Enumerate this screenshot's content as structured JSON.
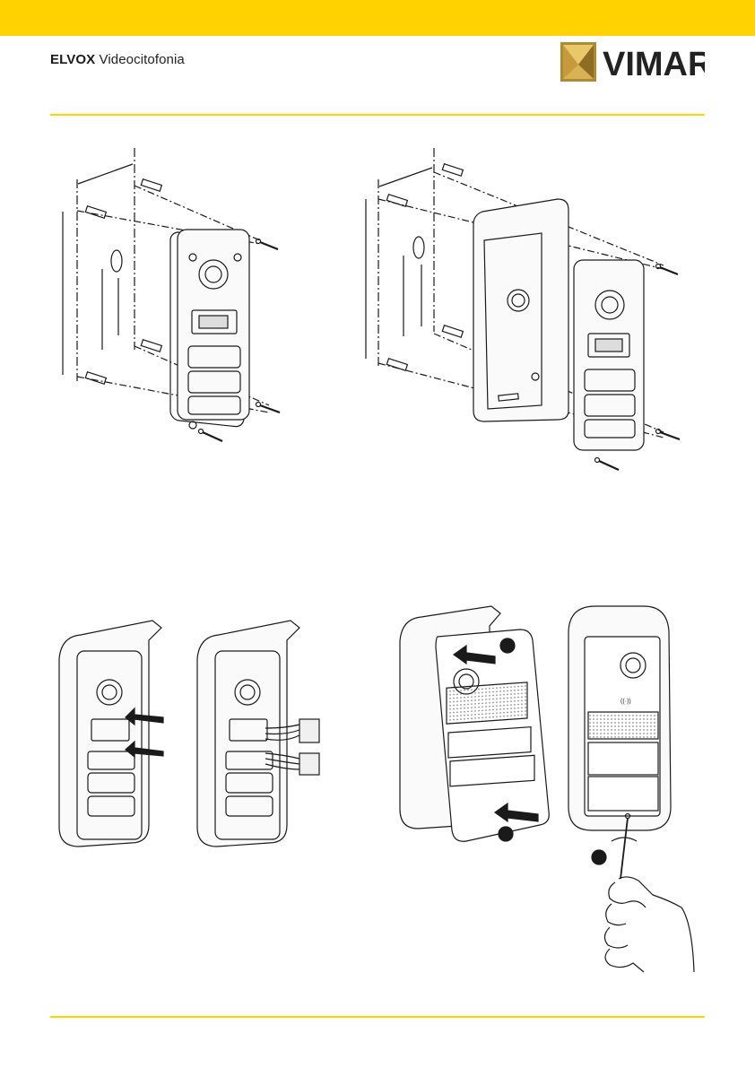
{
  "header": {
    "brand_bold": "ELVOX",
    "brand_light": "Videocitofonia",
    "logo_text": "VIMAR"
  },
  "colors": {
    "accent": "#FFD200",
    "line": "#1a1a1a",
    "step_marker": "#1a1a1a"
  },
  "figures": {
    "mounting_without_frame": {
      "icon": "wall-mounting-diagram"
    },
    "mounting_with_frame": {
      "icon": "wall-mounting-with-rain-hood-diagram"
    },
    "connectors_insert": {
      "icon": "connector-insertion-diagram"
    },
    "cover_fitting": {
      "icon": "front-cover-fitting-diagram"
    },
    "screw_tightening": {
      "icon": "screwdriver-hand-diagram"
    }
  }
}
